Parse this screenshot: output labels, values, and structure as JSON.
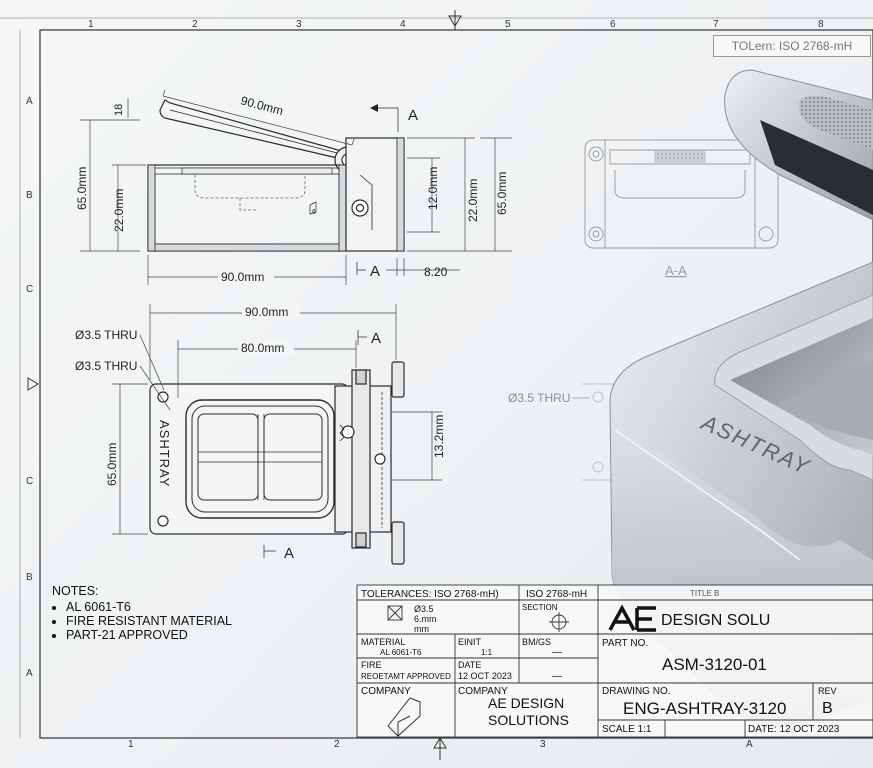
{
  "border": {
    "top_numbers": [
      "1",
      "2",
      "3",
      "4",
      "5",
      "6",
      "7",
      "8"
    ],
    "bottom_numbers": [
      "1",
      "2",
      "3",
      "A"
    ],
    "left_letters": [
      "A",
      "B",
      "C",
      "C",
      "B",
      "A"
    ]
  },
  "tolerance_callout": "TOLern: ISO 2768-mH",
  "front_view": {
    "dim_lid_length": "90.0mm",
    "dim_lid_thickness": "18",
    "dim_height_left": "65.0mm",
    "dim_inner_height": "22.0mm",
    "dim_base_length": "90.0mm",
    "dim_hinge": "12.0mm",
    "dim_right_inner": "22.0mm",
    "dim_right_height": "65.0mm",
    "dim_offset": "8.20",
    "section_label_top": "A",
    "section_label_bottom": "A"
  },
  "top_view": {
    "dim_width": "90.0mm",
    "dim_inner": "80.0mm",
    "hole_1": "Ø3.5 THRU",
    "hole_2": "Ø3.5 THRU",
    "hole_3": "Ø3.5 THRU",
    "dim_depth": "65.0mm",
    "dim_side": "13.2mm",
    "engraving": "ASHTRAY",
    "section_label_top": "A",
    "section_label_bottom": "A"
  },
  "section_view": {
    "label": "A-A"
  },
  "render": {
    "engraving": "ASHTRAY"
  },
  "notes": {
    "title": "NOTES:",
    "items": [
      "AL 6061-T6",
      "FIRE RESISTANT MATERIAL",
      "PART-21 APPROVED"
    ]
  },
  "title_block": {
    "tolerances_label": "TOLERANCES: ISO 2768-mH)",
    "iso_label": "ISO 2768-mH",
    "flatness_value": "Ø3.5",
    "flatness_unit_1": "6.mm",
    "flatness_unit_2": "mm",
    "section_label": "SECTION",
    "title_label": "TITLE B",
    "logo": "AE",
    "company_name": "DESIGN SOLU",
    "material_label": "MATERIAL",
    "material_value": "AL 6061-T6",
    "finish_label": "EINIT",
    "finish_value": "1:1",
    "bmgs_label": "BM/GS",
    "dash_1": "—",
    "fire_label": "FIRE",
    "fire_value": "REOETAMT APPROVED",
    "date_label": "DATE",
    "date_value": "12 OCT 2023",
    "dash_2": "—",
    "part_no_label": "PART NO.",
    "part_no_value": "ASM-3120-01",
    "company_label_1": "COMPANY",
    "company_label_2": "COMPANY",
    "company_value_1": "AE DESIGN",
    "company_value_2": "SOLUTIONS",
    "drawing_no_label": "DRAWING NO.",
    "drawing_no_value": "ENG-ASHTRAY-3120",
    "rev_label": "REV",
    "rev_value": "B",
    "scale_value": "SCALE 1:1",
    "date_footer": "DATE: 12 OCT 2023"
  },
  "colors": {
    "line": "#2b2b2b",
    "ghost": "#b8bcc0",
    "metal": "#c9ced2",
    "metal_dark": "#8a9096"
  }
}
